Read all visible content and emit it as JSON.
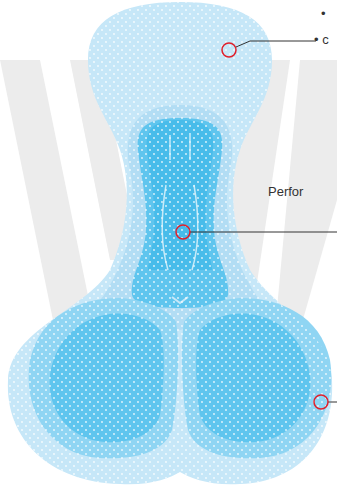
{
  "diagram": {
    "labels": [
      "•",
      "• c",
      "Perfor"
    ]
  }
}
